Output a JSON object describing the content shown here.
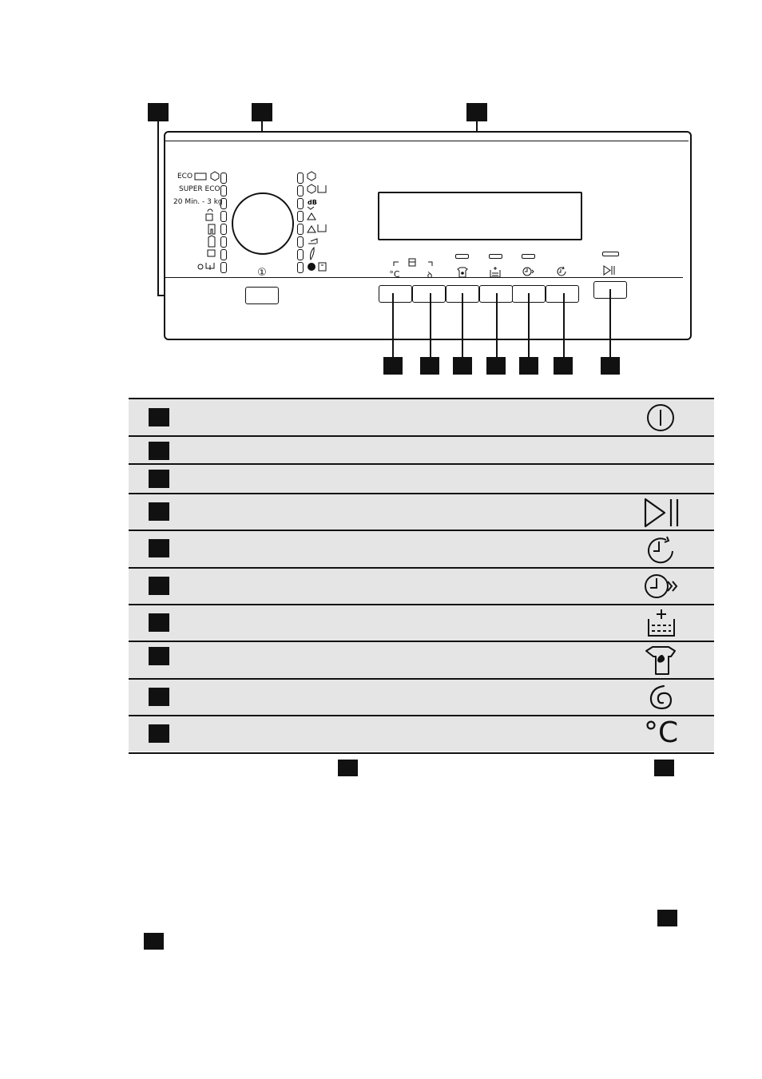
{
  "panel": {
    "program_labels_left": [
      "ECO",
      "SUPER ECO",
      "20 Min. - 3 kg"
    ],
    "power_symbol": "①",
    "temp_label": "°C",
    "spin_symbol": "ꝺ"
  },
  "icons": {
    "row_icons": [
      "power-icon",
      "",
      "",
      "start-pause-icon",
      "delay-start-icon",
      "time-save-icon",
      "extra-rinse-icon",
      "stain-icon",
      "spin-icon",
      "temperature-icon"
    ]
  },
  "table": {
    "temperature_text": "°C"
  }
}
